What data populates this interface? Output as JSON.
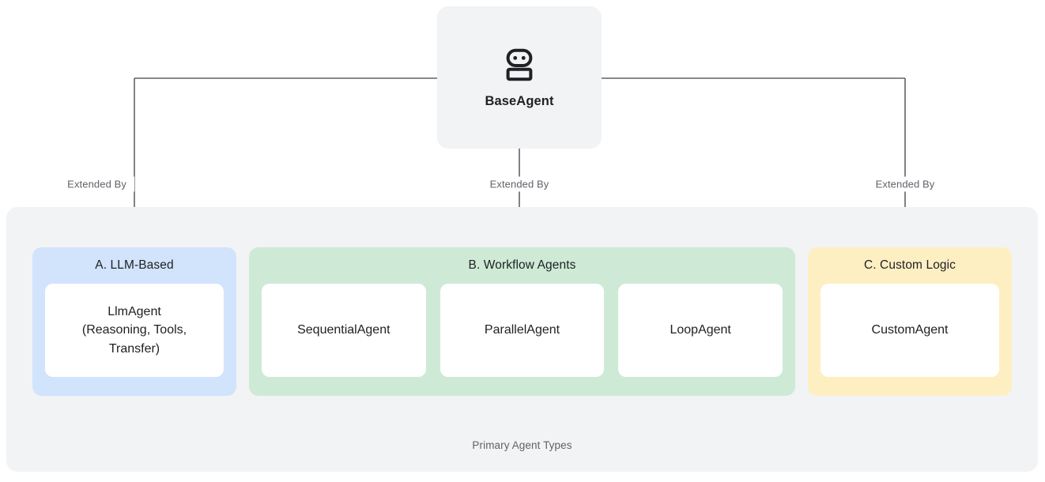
{
  "root": {
    "label": "BaseAgent",
    "icon": "robot-icon"
  },
  "edges": {
    "label_left": "Extended By",
    "label_center": "Extended By",
    "label_right": "Extended By"
  },
  "panel": {
    "caption": "Primary Agent Types"
  },
  "groups": [
    {
      "key": "llm",
      "title": "A. LLM-Based",
      "color": "#d2e3fc",
      "items": [
        {
          "label": "LlmAgent\n(Reasoning, Tools,\nTransfer)"
        }
      ]
    },
    {
      "key": "workflow",
      "title": "B. Workflow Agents",
      "color": "#ceead6",
      "items": [
        {
          "label": "SequentialAgent"
        },
        {
          "label": "ParallelAgent"
        },
        {
          "label": "LoopAgent"
        }
      ]
    },
    {
      "key": "custom",
      "title": "C. Custom Logic",
      "color": "#feefc3",
      "items": [
        {
          "label": "CustomAgent"
        }
      ]
    }
  ],
  "colors": {
    "root_card": "#f1f3f4",
    "panel": "#f1f3f4",
    "card": "#ffffff",
    "connector": "#5f6368",
    "text_primary": "#202124",
    "text_secondary": "#5f6368"
  }
}
